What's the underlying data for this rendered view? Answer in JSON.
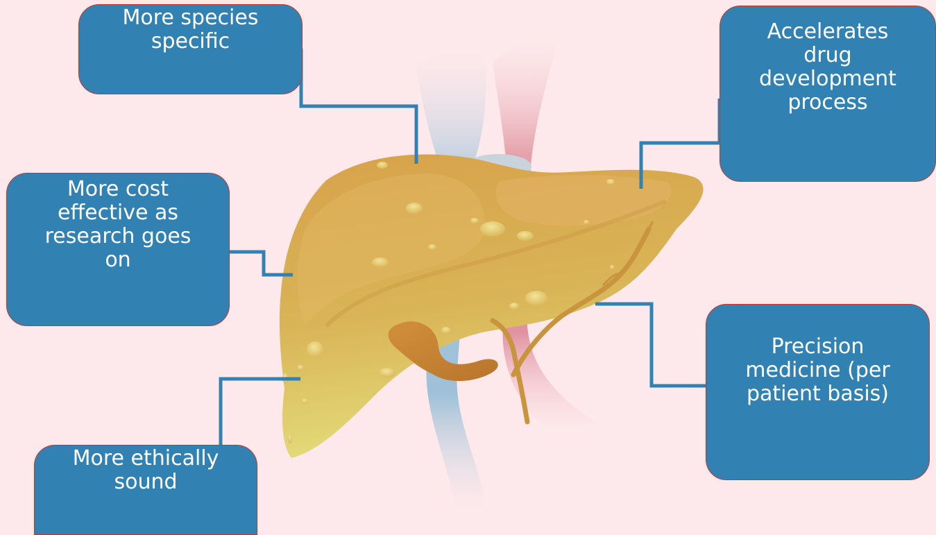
{
  "diagram": {
    "benefits": {
      "species_specific": "More species\nspecific",
      "drug_development": "Accelerates\ndrug\ndevelopment\nprocess",
      "cost_effective": "More cost\neffective as\nresearch goes\non",
      "precision_medicine": "Precision\nmedicine (per\npatient basis)",
      "ethically_sound": "More ethically\nsound"
    },
    "colors": {
      "background": "#fde9eb",
      "box_fill": "#3182b3",
      "box_border": "#c0392b",
      "connector": "#3182b3",
      "box_text": "#ffffff",
      "liver": "#d4a64a",
      "gallbladder": "#c98a33",
      "vein": "#a9c6dc",
      "artery": "#e29aa5"
    }
  }
}
